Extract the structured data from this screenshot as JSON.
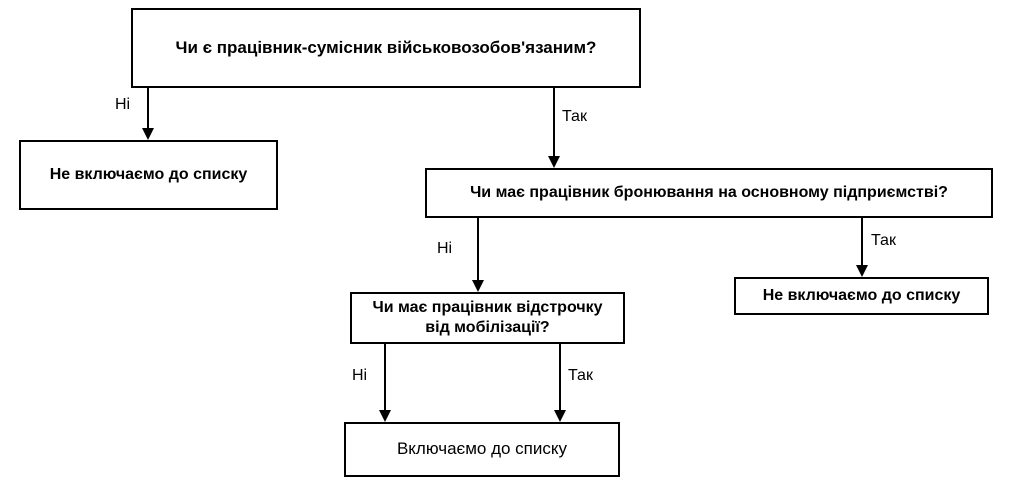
{
  "diagram": {
    "title": "Decision flowchart for including a part-time employee in the list",
    "nodes": [
      {
        "id": "q1",
        "text": "Чи є працівник-сумісник військовозобов'язаним?",
        "name": "decision-box-liable-for-military-service"
      },
      {
        "id": "r1",
        "text": "Не включаємо до списку",
        "name": "outcome-box-not-included-left"
      },
      {
        "id": "q2",
        "text": "Чи має працівник бронювання на основному підприємстві?",
        "name": "decision-box-has-reservation"
      },
      {
        "id": "r2",
        "text": "Не включаємо до списку",
        "name": "outcome-box-not-included-right"
      },
      {
        "id": "q3",
        "text": "Чи має працівник відстрочку\nвід мобілізації?",
        "name": "decision-box-has-deferment"
      },
      {
        "id": "r3",
        "text": "Включаємо до списку",
        "name": "outcome-box-included"
      }
    ],
    "edges": [
      {
        "id": "e1",
        "label": "Ні",
        "from": "q1",
        "to": "r1",
        "name": "edge-label-q1-no"
      },
      {
        "id": "e2",
        "label": "Так",
        "from": "q1",
        "to": "q2",
        "name": "edge-label-q1-yes"
      },
      {
        "id": "e3",
        "label": "Ні",
        "from": "q2",
        "to": "q3",
        "name": "edge-label-q2-no"
      },
      {
        "id": "e4",
        "label": "Так",
        "from": "q2",
        "to": "r2",
        "name": "edge-label-q2-yes"
      },
      {
        "id": "e5",
        "label": "Ні",
        "from": "q3",
        "to": "r3",
        "name": "edge-label-q3-no"
      },
      {
        "id": "e6",
        "label": "Так",
        "from": "q3",
        "to": "r3",
        "name": "edge-label-q3-yes"
      }
    ],
    "colors": {
      "stroke": "#000000",
      "fill": "#ffffff",
      "text": "#000000"
    }
  }
}
